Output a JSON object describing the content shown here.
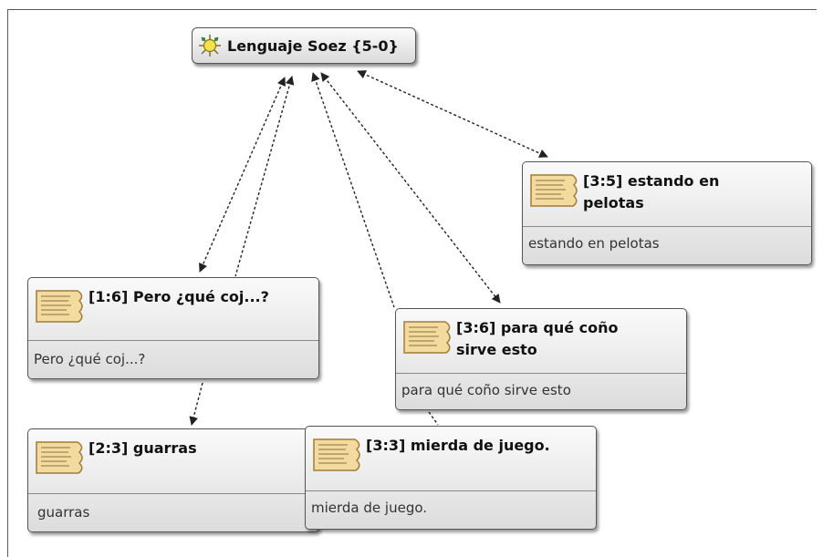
{
  "code": {
    "label": "Lenguaje Soez {5-0}",
    "icon": "code-sun-icon"
  },
  "quotations": [
    {
      "id": "q-1-6",
      "title": "[1:6] Pero ¿qué coj...?",
      "text": "Pero ¿qué coj...?"
    },
    {
      "id": "q-2-3",
      "title": "[2:3] guarras",
      "text": "guarras"
    },
    {
      "id": "q-3-6",
      "title": "[3:6] para qué coño sirve esto",
      "text": "para qué coño sirve esto"
    },
    {
      "id": "q-3-5",
      "title": "[3:5] estando en pelotas",
      "text": "estando en pelotas"
    },
    {
      "id": "q-3-3",
      "title": "[3:3] mierda de juego.",
      "text": "mierda de juego."
    }
  ],
  "colors": {
    "node_border": "#555555",
    "doc_icon_fill": "#f3dba0",
    "doc_icon_stroke": "#a07d38",
    "link": "#222222"
  }
}
